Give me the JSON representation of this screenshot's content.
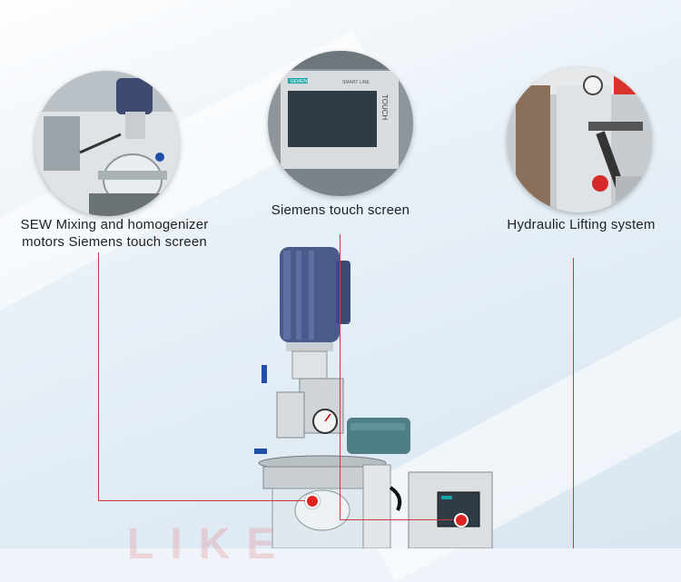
{
  "callouts": [
    {
      "label": "SEW Mixing and homogenizer\nmotors Siemens touch screen",
      "image_icon": "mixer-motor-photo"
    },
    {
      "label": "Siemens touch screen",
      "image_icon": "touch-screen-photo",
      "screen_brand": "SIEMENS",
      "screen_series": "SMART LINE",
      "screen_model": "TOUCH"
    },
    {
      "label": "Hydraulic Lifting system",
      "image_icon": "hydraulic-system-photo"
    }
  ],
  "colors": {
    "leader_line": "#c83a3a",
    "marker": "#e02323",
    "motor": "#4a5a8a"
  }
}
